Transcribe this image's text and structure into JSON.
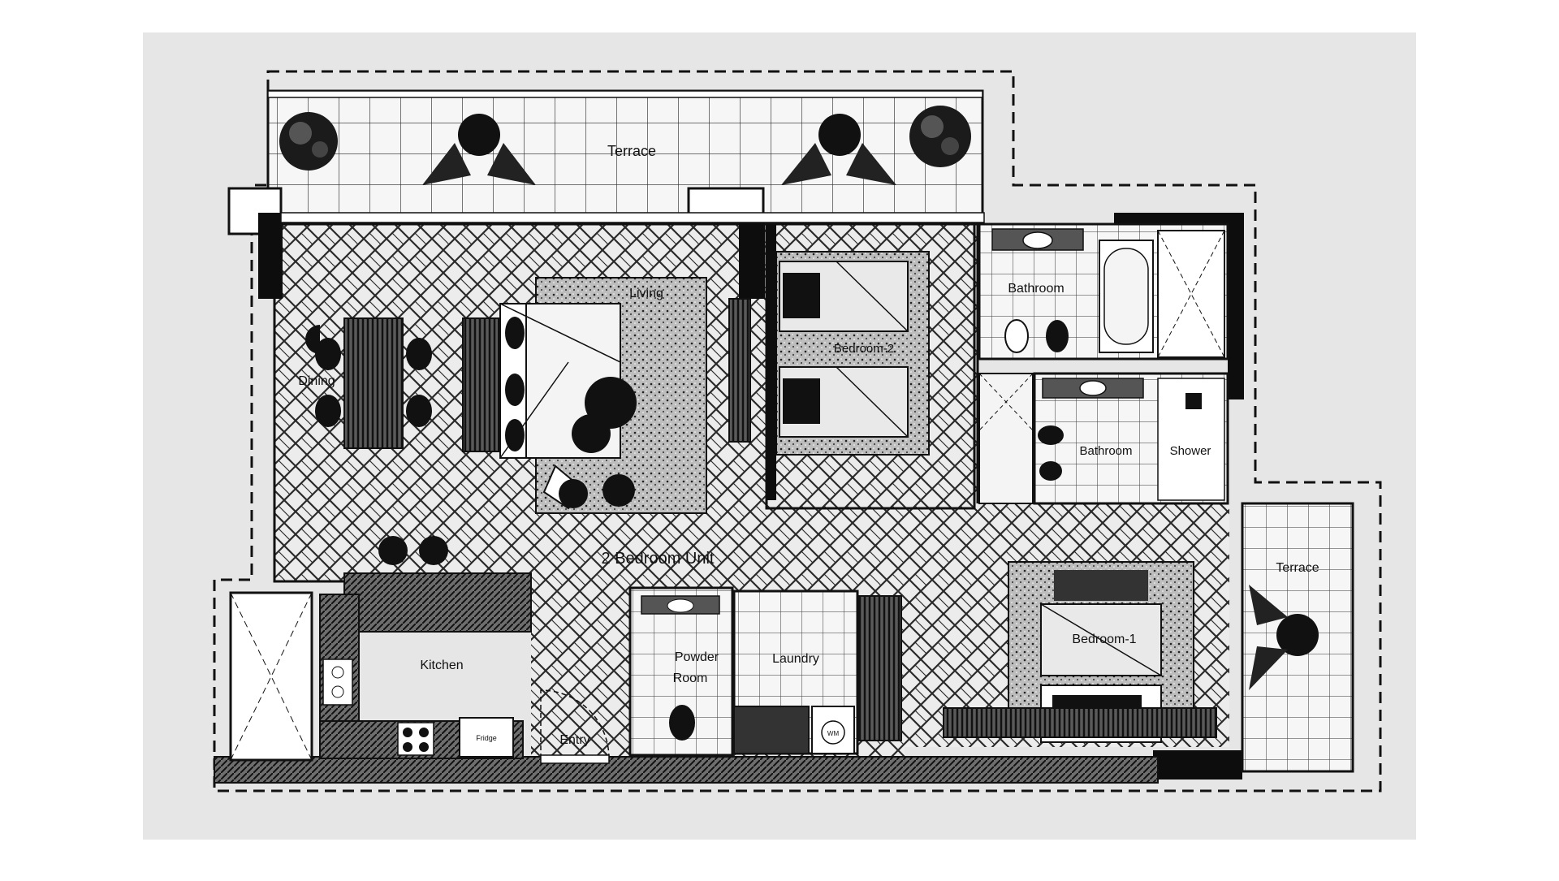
{
  "plan": {
    "unit_label": "2 Bedroom Unit",
    "colors": {
      "canvas": "#e6e6e6",
      "floor": "#ececec",
      "wall": "#0d0d0d",
      "line": "#1a1a1a",
      "fill_light": "#f4f4f4",
      "rug": "#bdbdbd"
    },
    "rooms": {
      "terrace_top": "Terrace",
      "terrace_right": "Terrace",
      "living": "Living",
      "dining": "Dining",
      "bedroom_2": "Bedroom-2",
      "bathroom_main": "Bathroom",
      "bathroom_ensuite": "Bathroom",
      "shower": "Shower",
      "bedroom_1": "Bedroom-1",
      "kitchen": "Kitchen",
      "powder_room_line1": "Powder",
      "powder_room_line2": "Room",
      "laundry": "Laundry",
      "entry": "Entry"
    },
    "fixtures": {
      "fridge": "Fridge",
      "washer": "WM"
    },
    "icons": [
      "tree-icon",
      "tree-icon",
      "chair-icon",
      "table-icon",
      "sofa-icon",
      "bed-icon",
      "bathtub-icon",
      "toilet-icon",
      "sink-icon",
      "stove-icon"
    ]
  }
}
